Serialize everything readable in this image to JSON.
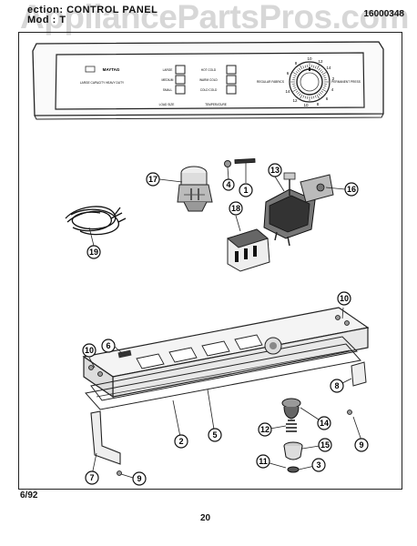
{
  "header": {
    "watermark": "AppliancePartsPros.com",
    "section_line": "ection: CONTROL PANEL",
    "model_line": "Mod  : T",
    "doc_number": "16000348"
  },
  "panel": {
    "logo": "MAYTAG",
    "capacity_text": "LARGE CAPACITY HEAVY DUTY",
    "load_buttons": [
      "LARGE",
      "MEDIUM",
      "SMALL"
    ],
    "temp_buttons": [
      "HOT COLD",
      "WARM COLD",
      "COLD COLD"
    ],
    "load_caption": "LOAD SIZE",
    "temp_caption": "TEMPERATURE",
    "left_cycle_label": "REGULAR FABRICS",
    "right_cycle_label": "PERMANENT PRESS",
    "dial_numbers": [
      "10",
      "12",
      "14",
      "2",
      "4",
      "6",
      "8",
      "10",
      "12",
      "14",
      "6",
      "8"
    ]
  },
  "callouts": [
    "1",
    "2",
    "3",
    "4",
    "5",
    "6",
    "7",
    "8",
    "9",
    "9",
    "10",
    "10",
    "11",
    "12",
    "13",
    "14",
    "15",
    "16",
    "17",
    "18",
    "19"
  ],
  "footer": {
    "date": "6/92",
    "page": "20"
  }
}
